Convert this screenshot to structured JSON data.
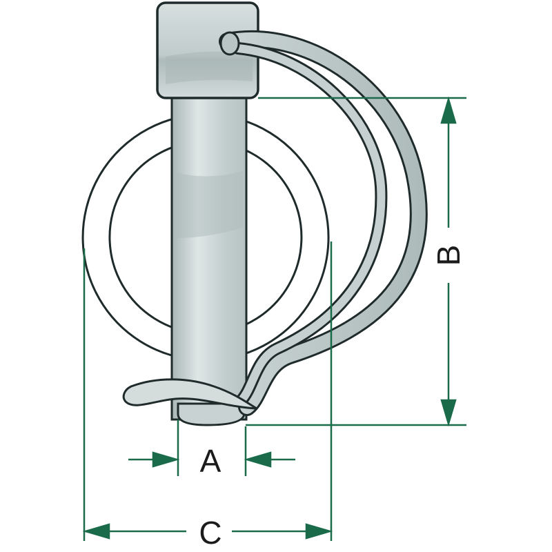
{
  "diagram": {
    "labels": {
      "dim_a": "A",
      "dim_b": "B",
      "dim_c": "C"
    },
    "colors": {
      "dimension_line": "#1a6b4a",
      "outline": "#1f2a2a",
      "metal_light": "#e6ecec",
      "metal_mid": "#c5d0d0",
      "metal_dark": "#a9b6b6",
      "ring_fill": "#ffffff"
    }
  }
}
